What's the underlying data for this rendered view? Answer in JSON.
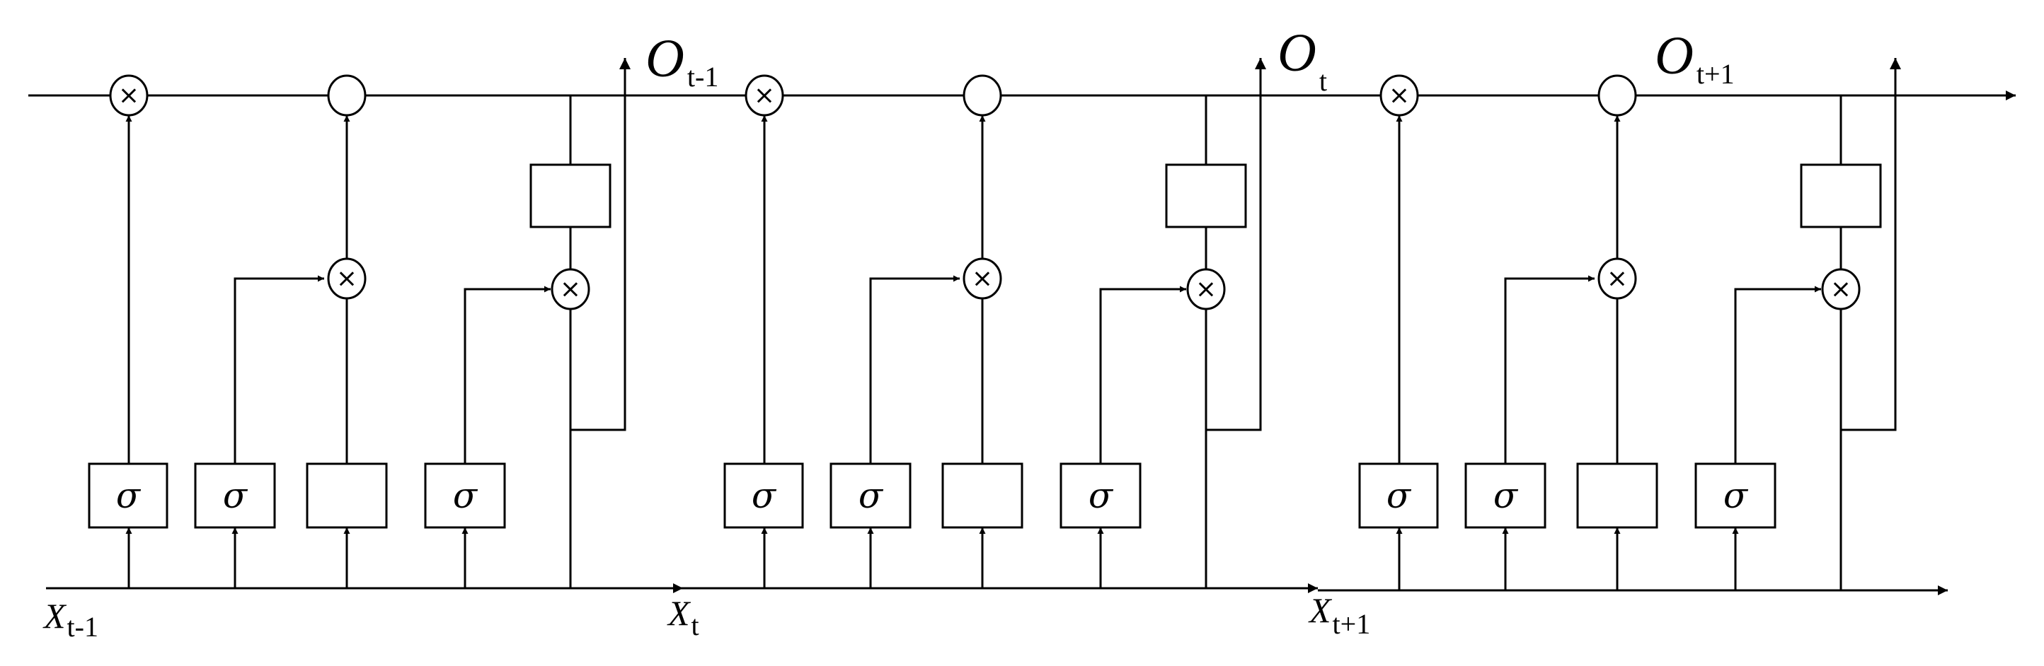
{
  "diagram": {
    "gate_symbol": "σ",
    "multiply_symbol": "×",
    "output_symbol": "O",
    "input_symbol": "X",
    "cells": [
      {
        "output_subscript": "t-1",
        "input_subscript": "t-1"
      },
      {
        "output_subscript": "t",
        "input_subscript": "t"
      },
      {
        "output_subscript": "t+1",
        "input_subscript": "t+1"
      }
    ]
  }
}
